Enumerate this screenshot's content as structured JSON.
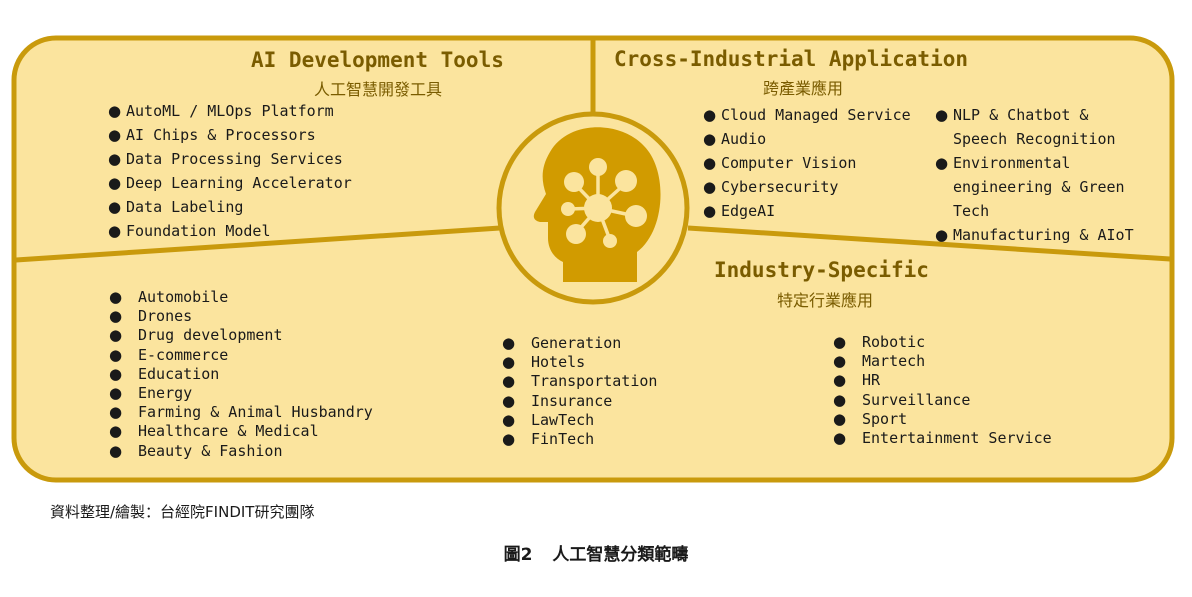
{
  "sections": {
    "ai_tools": {
      "title": "AI Development Tools",
      "subtitle": "人工智慧開發工具",
      "items": [
        "AutoML / MLOps Platform",
        "AI Chips & Processors",
        "Data Processing Services",
        "Deep Learning Accelerator",
        "Data Labeling",
        "Foundation Model"
      ]
    },
    "cross_industrial": {
      "title": "Cross-Industrial Application",
      "subtitle": "跨產業應用",
      "items_col1": [
        "Cloud Managed Service",
        "Audio",
        "Computer Vision",
        "Cybersecurity",
        "EdgeAI"
      ],
      "items_col2": [
        {
          "line1": "NLP & Chatbot &",
          "line2": "Speech Recognition"
        },
        {
          "line1": "Environmental",
          "line2": "engineering & Green",
          "line3": "Tech"
        },
        {
          "line1": "Manufacturing & AIoT"
        }
      ]
    },
    "industry_specific": {
      "title": "Industry-Specific",
      "subtitle": "特定行業應用",
      "items_col1": [
        "Automobile",
        "Drones",
        "Drug development",
        "E-commerce",
        "Education",
        "Energy",
        "Farming & Animal Husbandry",
        "Healthcare & Medical",
        "Beauty & Fashion"
      ],
      "items_col2": [
        "Generation",
        "Hotels",
        "Transportation",
        "Insurance",
        "LawTech",
        "FinTech"
      ],
      "items_col3": [
        "Robotic",
        "Martech",
        "HR",
        "Surveillance",
        "Sport",
        "Entertainment Service"
      ]
    }
  },
  "center_icon": "brain-network-head-icon",
  "colors": {
    "panel_fill": "#fbe49e",
    "border": "#c99a0c",
    "icon": "#d19b00",
    "heading": "#7a5c00"
  },
  "footer": {
    "source": "資料整理/繪製：台經院FINDIT研究團隊",
    "figure_number": "圖2",
    "figure_title": "人工智慧分類範疇"
  }
}
